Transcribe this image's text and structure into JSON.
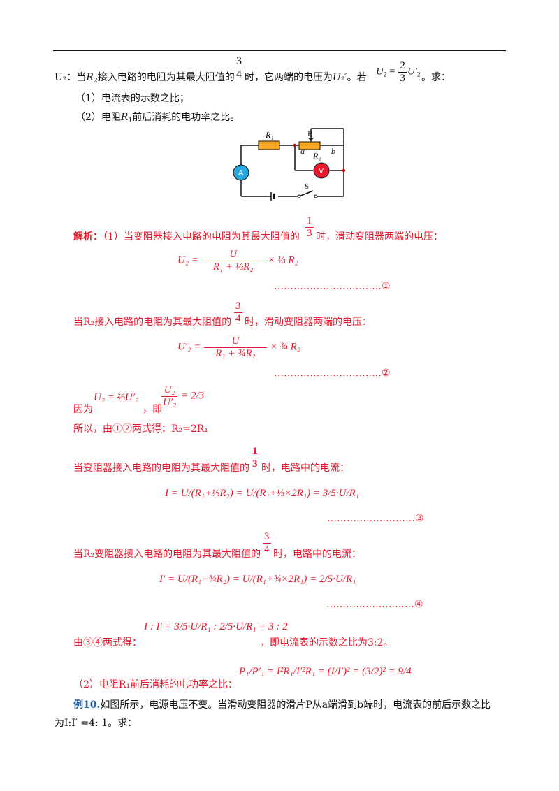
{
  "header": {
    "u2_prefix": "U₂：当",
    "r2_label": "R",
    "sub2": "2",
    "text_a": "接入电路的电阻为其最大阻值的",
    "frac34_num": "3",
    "frac34_den": "4",
    "text_b": "时，它两端的电压为",
    "u2prime": "U₂′",
    "text_c": "。若",
    "cond_lhs": "U",
    "cond_eq": "=",
    "cond_num": "2",
    "cond_den": "3",
    "cond_rhs": "U′",
    "text_d": "。求："
  },
  "questions": {
    "q1": "（1）电流表的示数之比；",
    "q2_prefix": "（2）电阻",
    "q2_r": "R",
    "q2_sub": "1",
    "q2_suffix": "前后消耗的电功率之比。"
  },
  "circuit": {
    "label_r1": "R₁",
    "label_p": "P",
    "label_a": "a",
    "label_b": "b",
    "label_r2": "R₂",
    "label_ammeter": "A",
    "label_voltmeter": "V",
    "label_switch": "S",
    "colors": {
      "resistor": "#f5a623",
      "ammeter": "#27a9e1",
      "voltmeter": "#e8192c",
      "node": "#c00000"
    }
  },
  "solution": {
    "label": "解析：",
    "s1_text": "（1）当变阻器接入电路的电阻为其最大阻值的",
    "frac13_num": "1",
    "frac13_den": "3",
    "s1_tail": "时，滑动变阻器两端的电压：",
    "eq1_lhs": "U₂ =",
    "eq1_num": "U",
    "eq1_den": "R₁ + ⅓R₂",
    "eq1_tail": "× ⅓ R₂",
    "mark1": "……………………………①",
    "s2_text": "当R₂接入电路的电阻为其最大阻值的",
    "frac34_num": "3",
    "frac34_den": "4",
    "s2_tail": "时，滑动变阻器两端的电压：",
    "eq2_lhs": "U′₂ =",
    "eq2_num": "U",
    "eq2_den": "R₁ + ¾R₂",
    "eq2_tail": "× ¾ R₂",
    "mark2": "……………………………②",
    "because": "因为",
    "because_eq": "U₂ = ⅔U′₂",
    "ji": "，即",
    "ratio_num": "U₂",
    "ratio_den": "U′₂",
    "ratio_val": "= 2/3",
    "so": "所以，由①②两式得：R₂=2R₁",
    "s3_text": "当变阻器接入电路的电阻为其最大阻值的",
    "s3_tail": "时，电路中的电流：",
    "eq3": "I = U/(R₁+⅓R₂) = U/(R₁+⅓×2R₁) = 3/5·U/R₁",
    "mark3": "………………………③",
    "s4_text": "当R₂变阻器接入电路的电阻为其最大阻值的",
    "s4_tail": "时，电路中的电流：",
    "eq4": "I′ = U/(R₁+¾R₂) = U/(R₁+¾×2R₁) = 2/5·U/R₁",
    "mark4": "………………………④",
    "ratio_eq": "I : I′ = 3/5·U/R₁ : 2/5·U/R₁ = 3 : 2",
    "from34": "由③④两式得：",
    "conclusion": "，即电流表的示数之比为3:2。",
    "power_text": "（2）电阻R₁前后消耗的电功率之比：",
    "power_eq": "P₁/P′₁ = I²R₁/I′²R₁ = (I/I′)² = (3/2)² = 9/4"
  },
  "example": {
    "label": "例10.",
    "line1": "如图所示，电源电压不变。当滑动变阻器的滑片P从a端滑到b端时，电流表的前后示数之比",
    "line2": "为I:I′ =4: 1。求："
  }
}
